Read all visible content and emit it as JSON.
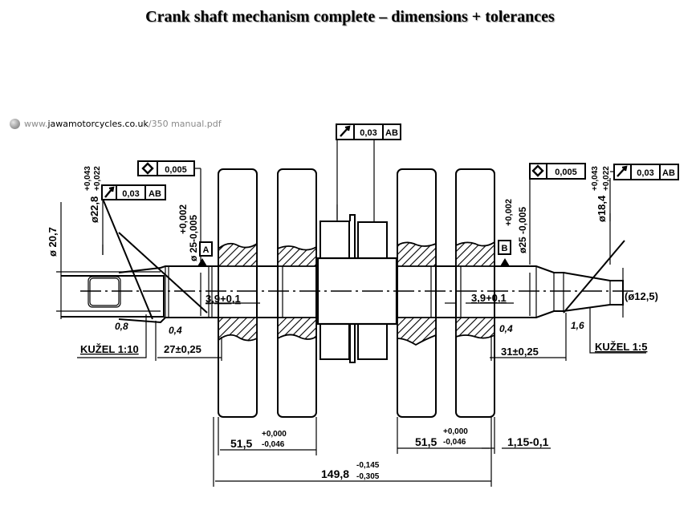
{
  "title": "Crank shaft mechanism complete – dimensions + tolerances",
  "source": {
    "icon": "globe-icon",
    "prefix": "www.",
    "domain": "jawamotorcycles.co.uk",
    "path": "/350 manual.pdf"
  },
  "drawing": {
    "left_end": {
      "dia_20_7": "ø 20,7",
      "dia_22_8": "ø22,8",
      "dia_22_8_tol_upper": "+0,043",
      "dia_22_8_tol_lower": "+0,022",
      "dia_25": "ø 25-0,005",
      "dia_25_tol_upper": "+0,002",
      "taper": "KUŽEL 1:10",
      "roughness_1": "0,8",
      "roughness_2": "0,4",
      "length": "27±0,25",
      "recess": "3,9+0,1",
      "datum": "A"
    },
    "right_end": {
      "dia_25": "ø25 -0,005",
      "dia_25_tol_upper": "+0,002",
      "dia_18_4": "ø18,4",
      "dia_18_4_tol_upper": "+0,043",
      "dia_18_4_tol_lower": "+0,022",
      "dia_12_5": "(ø12,5)",
      "taper": "KUŽEL  1:5",
      "roughness_1": "0,4",
      "roughness_2": "1,6",
      "length": "31±0,25",
      "recess": "3,9+0,1",
      "datum": "B"
    },
    "feature_control_frames": [
      {
        "symbol": "circularity-icon",
        "value": "0,005",
        "datum": ""
      },
      {
        "symbol": "runout-arrow-icon",
        "value": "0,03",
        "datum": "AB"
      },
      {
        "symbol": "runout-arrow-icon",
        "value": "0,03",
        "datum": "AB"
      },
      {
        "symbol": "circularity-icon",
        "value": "0,005",
        "datum": ""
      },
      {
        "symbol": "runout-arrow-icon",
        "value": "0,03",
        "datum": "AB"
      }
    ],
    "bottom_dims": {
      "left_flywheel_width": "51,5",
      "left_flywheel_tol_upper": "+0,000",
      "left_flywheel_tol_lower": "-0,046",
      "right_flywheel_width": "51,5",
      "right_flywheel_tol_upper": "+0,000",
      "right_flywheel_tol_lower": "-0,046",
      "offset": "1,15-0,1",
      "overall": "149,8",
      "overall_tol_upper": "-0,145",
      "overall_tol_lower": "-0,305"
    }
  }
}
